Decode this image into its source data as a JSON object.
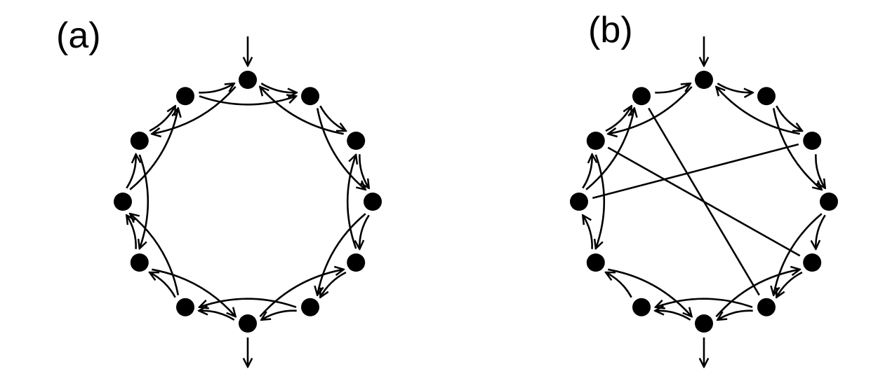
{
  "panels": [
    {
      "id": "a",
      "label": "(a)",
      "node_count": 12,
      "edges": [
        [
          0,
          1,
          "ring"
        ],
        [
          1,
          2,
          "ring"
        ],
        [
          2,
          3,
          "ring"
        ],
        [
          3,
          4,
          "ring"
        ],
        [
          4,
          5,
          "ring"
        ],
        [
          5,
          6,
          "ring"
        ],
        [
          6,
          7,
          "ring"
        ],
        [
          7,
          8,
          "ring"
        ],
        [
          8,
          9,
          "ring"
        ],
        [
          9,
          10,
          "ring"
        ],
        [
          10,
          11,
          "ring"
        ],
        [
          11,
          0,
          "ring"
        ],
        [
          11,
          1,
          "chord"
        ],
        [
          0,
          10,
          "chord"
        ],
        [
          10,
          8,
          "chord"
        ],
        [
          9,
          11,
          "chord"
        ],
        [
          8,
          6,
          "chord"
        ],
        [
          7,
          9,
          "chord"
        ],
        [
          6,
          4,
          "chord"
        ],
        [
          5,
          7,
          "chord"
        ],
        [
          4,
          2,
          "chord"
        ],
        [
          3,
          5,
          "chord"
        ],
        [
          2,
          0,
          "chord"
        ],
        [
          1,
          3,
          "chord"
        ]
      ],
      "input_node": 0,
      "output_node": 6
    },
    {
      "id": "b",
      "label": "(b)",
      "node_count": 12,
      "edges": [
        [
          0,
          1,
          "ring"
        ],
        [
          1,
          2,
          "ring"
        ],
        [
          2,
          3,
          "ring"
        ],
        [
          3,
          4,
          "ring"
        ],
        [
          4,
          5,
          "ring"
        ],
        [
          5,
          6,
          "ring"
        ],
        [
          6,
          7,
          "ring"
        ],
        [
          7,
          8,
          "ring"
        ],
        [
          8,
          9,
          "ring"
        ],
        [
          9,
          10,
          "ring"
        ],
        [
          10,
          11,
          "ring"
        ],
        [
          11,
          0,
          "ring"
        ],
        [
          0,
          10,
          "chord"
        ],
        [
          2,
          0,
          "chord"
        ],
        [
          10,
          8,
          "chord"
        ],
        [
          9,
          11,
          "chord"
        ],
        [
          8,
          6,
          "chord"
        ],
        [
          6,
          4,
          "chord"
        ],
        [
          5,
          7,
          "chord"
        ],
        [
          3,
          5,
          "chord"
        ],
        [
          1,
          3,
          "chord"
        ],
        [
          9,
          2,
          "long"
        ],
        [
          4,
          10,
          "long"
        ],
        [
          5,
          11,
          "long"
        ]
      ],
      "input_node": 0,
      "output_node": 6
    }
  ],
  "colors": {
    "ink": "#000000",
    "background": "#ffffff"
  }
}
